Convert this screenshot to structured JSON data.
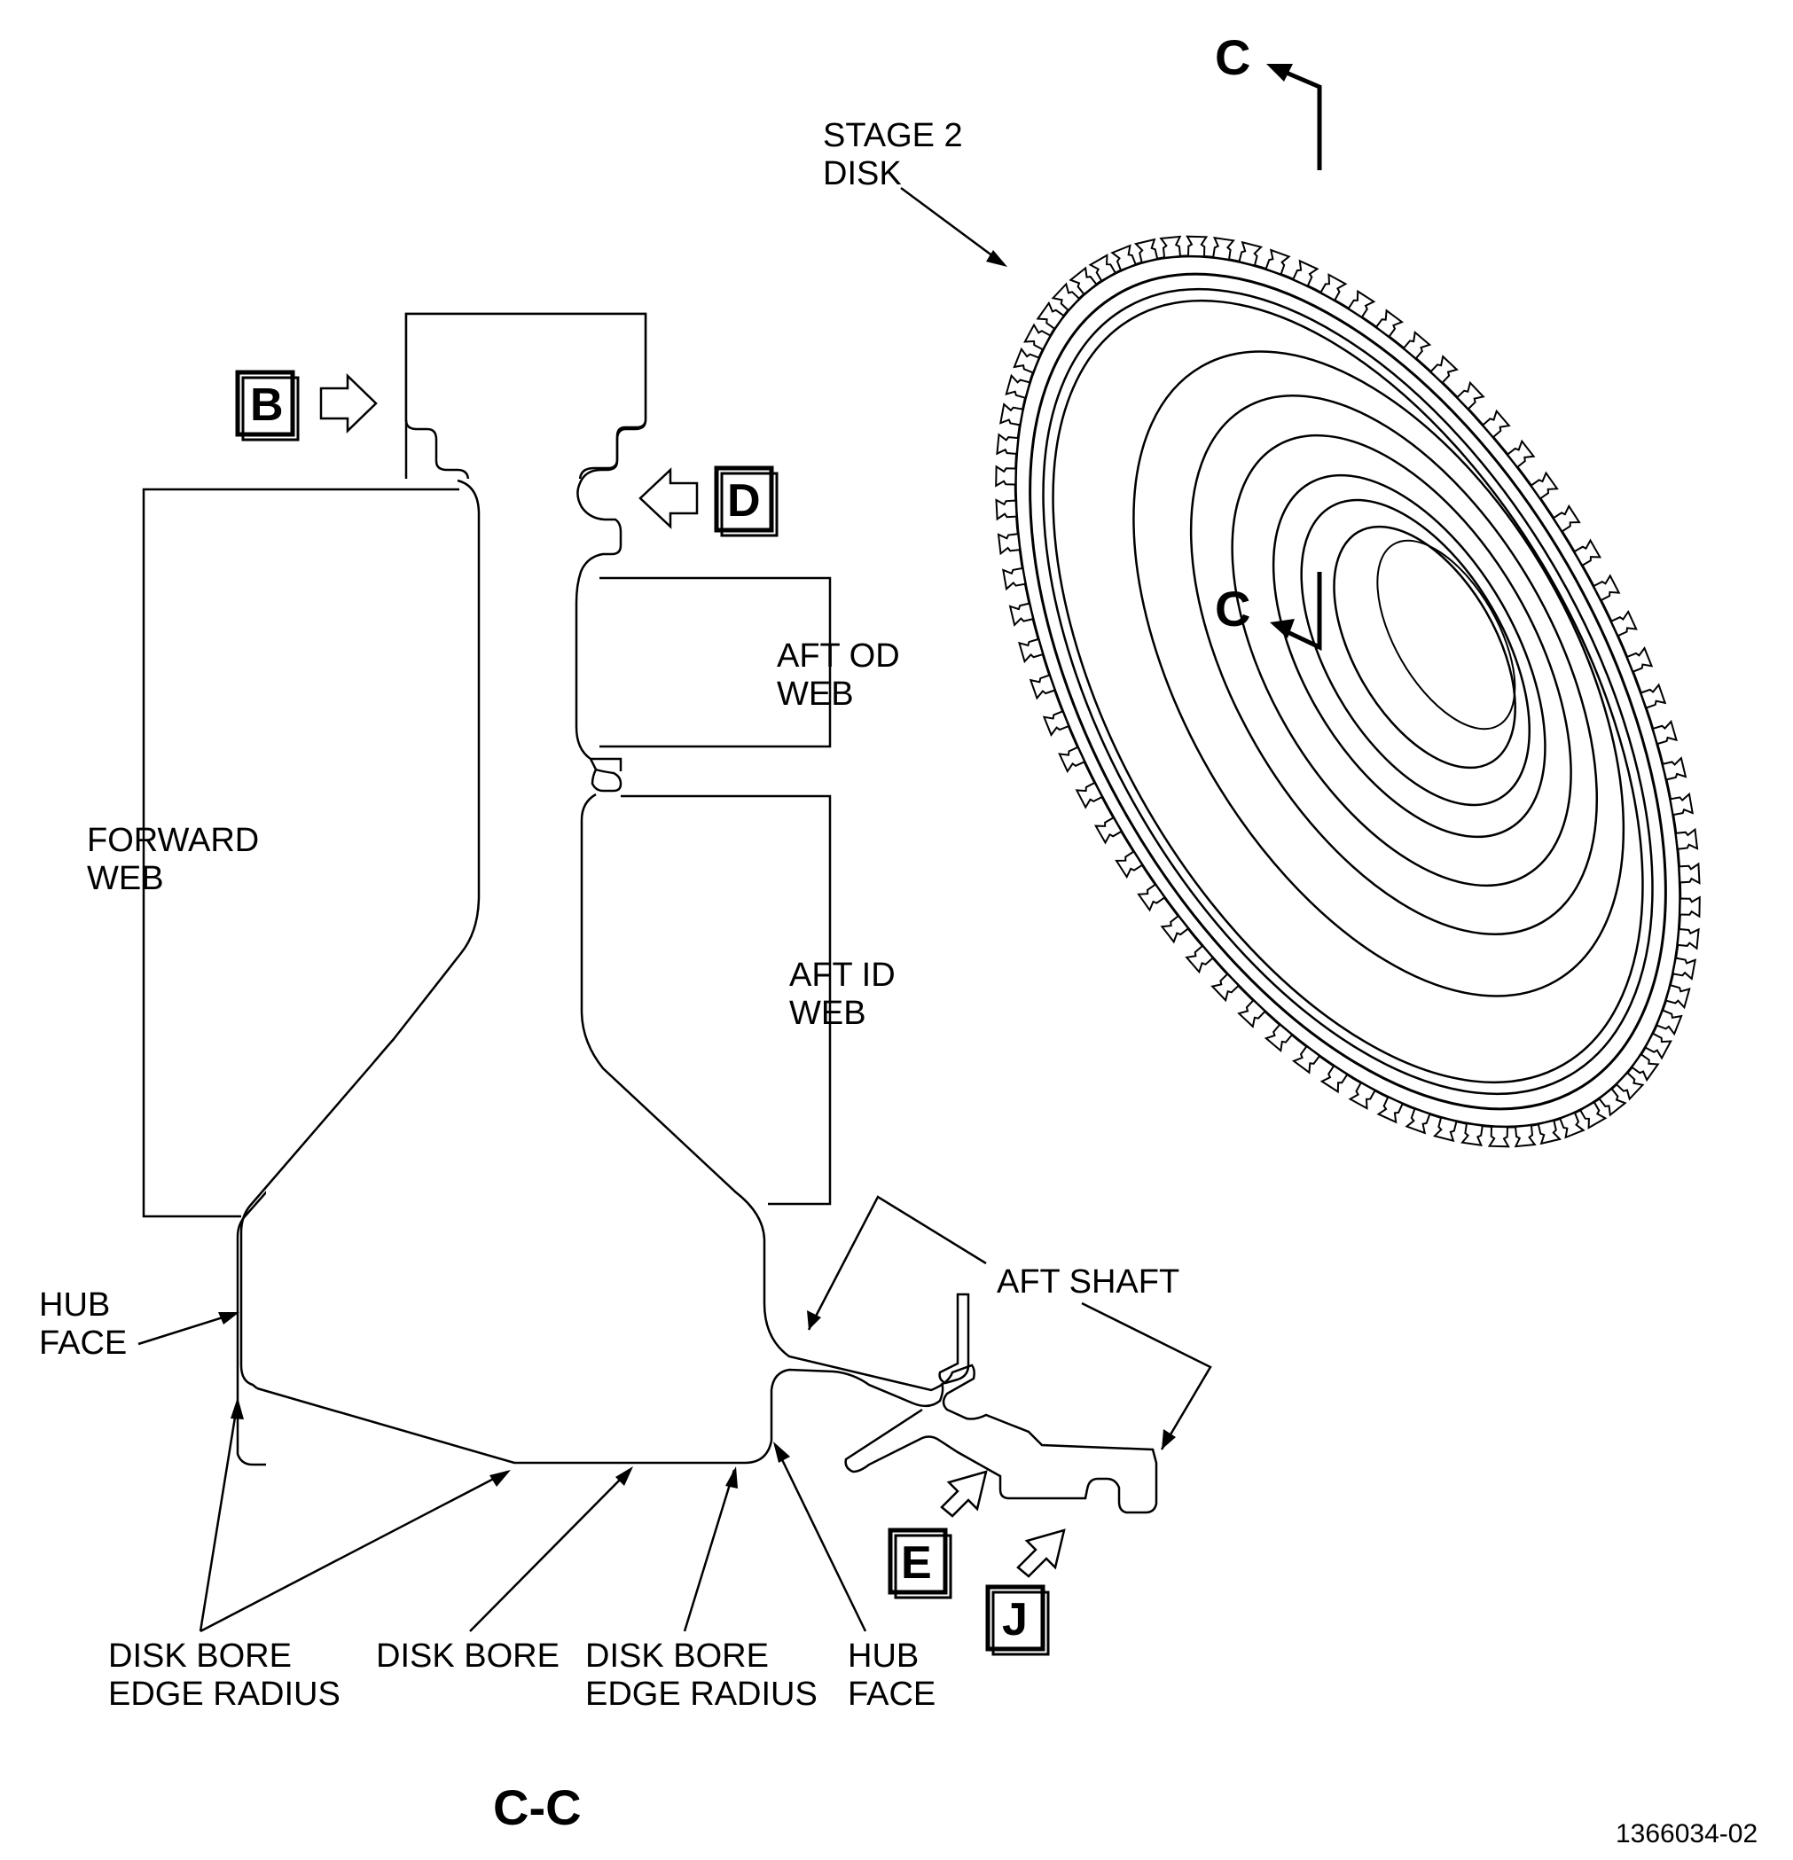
{
  "labels": {
    "stage2_l1": "STAGE 2",
    "stage2_l2": "DISK",
    "aft_od_l1": "AFT OD",
    "aft_od_l2": "WEB",
    "forward_l1": "FORWARD",
    "forward_l2": "WEB",
    "aft_id_l1": "AFT ID",
    "aft_id_l2": "WEB",
    "aft_shaft": "AFT SHAFT",
    "hub_face_left_l1": "HUB",
    "hub_face_left_l2": "FACE",
    "disk_bore_edge_left_l1": "DISK BORE",
    "disk_bore_edge_left_l2": "EDGE RADIUS",
    "disk_bore": "DISK BORE",
    "disk_bore_edge_right_l1": "DISK BORE",
    "disk_bore_edge_right_l2": "EDGE RADIUS",
    "hub_face_right_l1": "HUB",
    "hub_face_right_l2": "FACE"
  },
  "view_markers": {
    "b": "B",
    "d": "D",
    "e": "E",
    "j": "J"
  },
  "section": {
    "cut_top": "C",
    "cut_center": "C",
    "title": "C-C"
  },
  "drawing_number": "1366034-02"
}
